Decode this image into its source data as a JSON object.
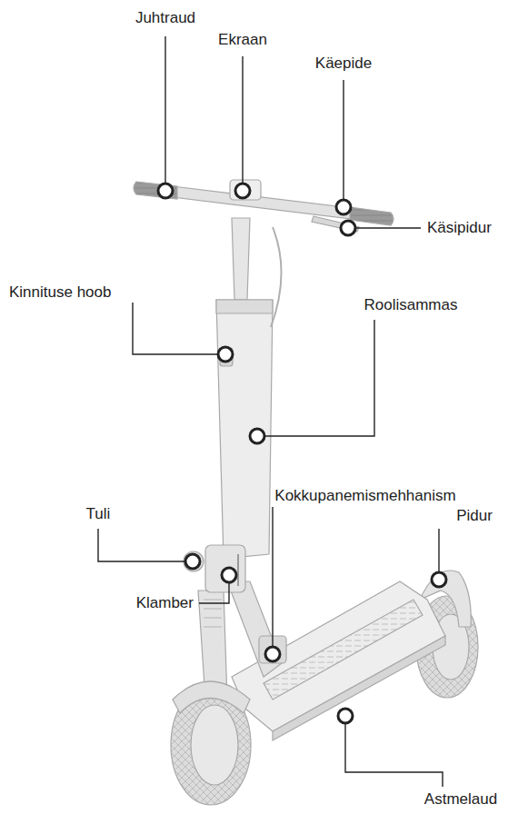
{
  "diagram": {
    "labels": [
      "Juhtraud",
      "Ekraan",
      "Käepide",
      "Käsipidur",
      "Kinnituse hoob",
      "Roolisammas",
      "Kokkupanemismehhanism",
      "Tuli",
      "Pidur",
      "Klamber",
      "Astmelaud"
    ]
  }
}
